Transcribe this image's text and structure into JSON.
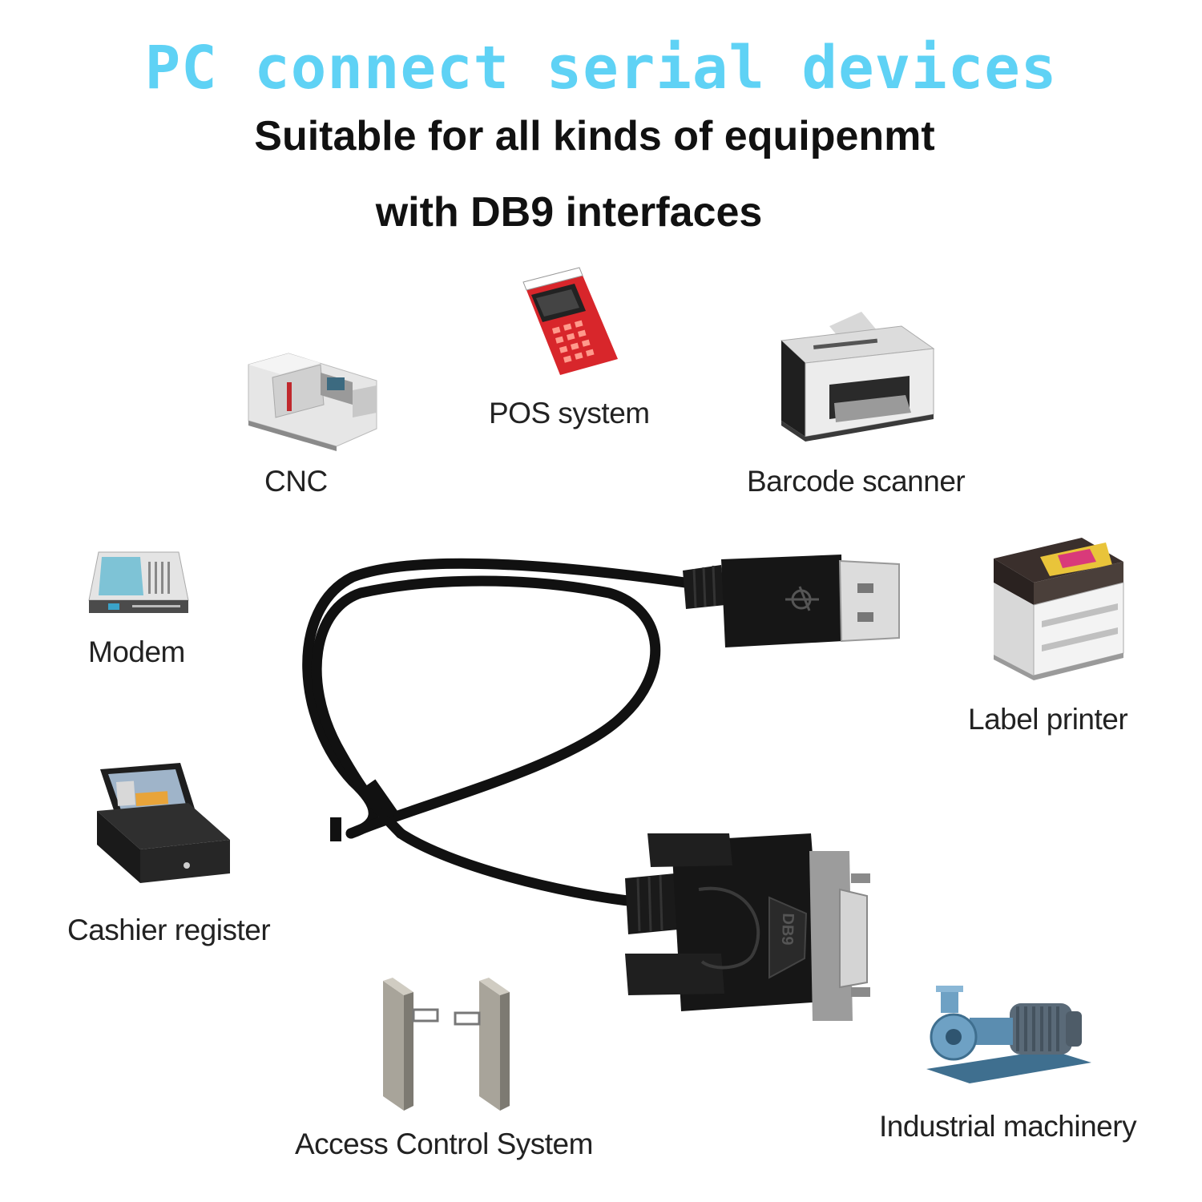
{
  "header": {
    "title": "PC connect serial devices",
    "subtitle_line1": "Suitable for all kinds of equipenmt",
    "subtitle_line2": "with DB9 interfaces"
  },
  "devices": [
    {
      "label": "POS system",
      "icon": "pos-terminal-icon"
    },
    {
      "label": "CNC",
      "icon": "cnc-machine-icon"
    },
    {
      "label": "Barcode scanner",
      "icon": "scanner-printer-icon"
    },
    {
      "label": "Modem",
      "icon": "modem-icon"
    },
    {
      "label": "Label printer",
      "icon": "label-printer-icon"
    },
    {
      "label": "Cashier register",
      "icon": "cash-register-icon"
    },
    {
      "label": "Access Control System",
      "icon": "turnstile-gate-icon"
    },
    {
      "label": "Industrial machinery",
      "icon": "pump-machine-icon"
    }
  ],
  "product": {
    "icon": "usb-to-db9-cable-icon",
    "connector_mark": "DB9"
  },
  "colors": {
    "title": "#5fd2f5",
    "subtitle": "#111111",
    "labels": "#222222",
    "cable": "#111111"
  }
}
